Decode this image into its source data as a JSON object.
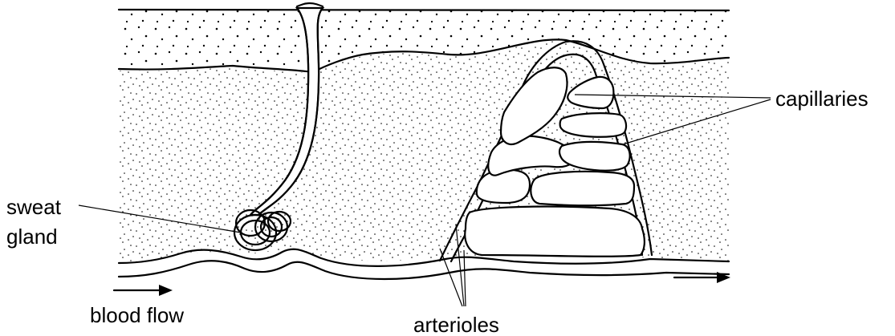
{
  "labels": {
    "capillaries": "capillaries",
    "sweat_line1": "sweat",
    "sweat_line2": "gland",
    "blood_flow": "blood flow",
    "arterioles": "arterioles"
  },
  "colors": {
    "ink": "#000000",
    "background": "#ffffff"
  }
}
